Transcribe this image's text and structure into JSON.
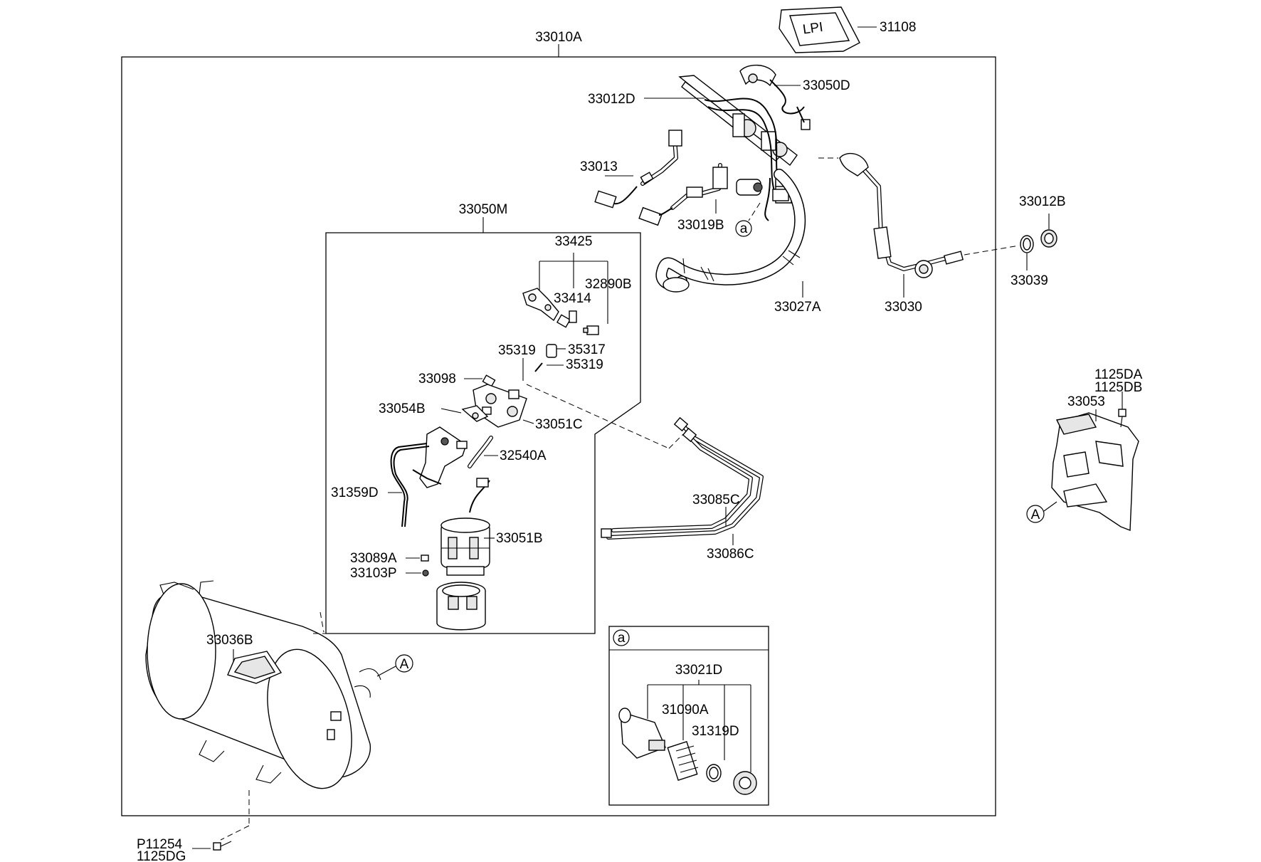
{
  "callouts": {
    "main_assembly": "33010A",
    "cap_31108": "31108",
    "p33050D": "33050D",
    "p33012D": "33012D",
    "p33013": "33013",
    "p33019B": "33019B",
    "p33012B": "33012B",
    "p33039": "33039",
    "p33030": "33030",
    "p33027A": "33027A",
    "p33050M": "33050M",
    "p33425": "33425",
    "p32890B": "32890B",
    "p33414": "33414",
    "p35319_a": "35319",
    "p35317": "35317",
    "p35319_b": "35319",
    "p33098": "33098",
    "p33054B": "33054B",
    "p33051C": "33051C",
    "p32540A": "32540A",
    "p31359D": "31359D",
    "p33051B": "33051B",
    "p33089A": "33089A",
    "p33103P": "33103P",
    "p33085C": "33085C",
    "p33086C": "33086C",
    "p33036B": "33036B",
    "p1125DA": "1125DA",
    "p1125DB": "1125DB",
    "p33053": "33053",
    "p33021D": "33021D",
    "p31090A": "31090A",
    "p31319D": "31319D",
    "pP11254": "P11254",
    "p1125DG": "1125DG"
  },
  "reference_marks": {
    "ref_a_callout": "a",
    "ref_a_detail": "a",
    "ref_A_tank": "A",
    "ref_A_shield": "A"
  }
}
